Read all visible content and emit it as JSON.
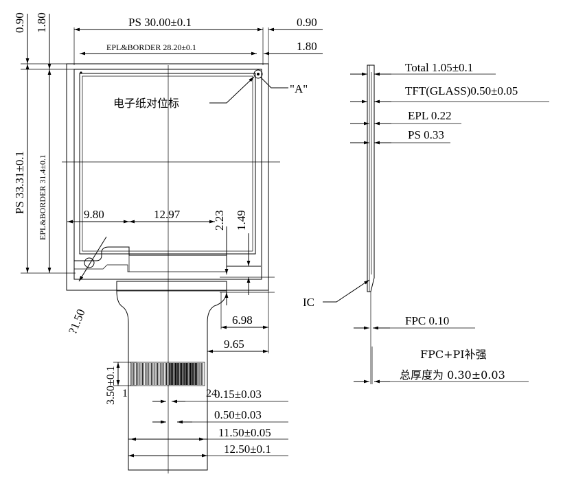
{
  "front_view": {
    "ps_width": "PS 30.00±0.1",
    "epl_border_width": "EPL&BORDER 28.20±0.1",
    "right_offset_1": "0.90",
    "right_offset_2": "1.80",
    "top_offset_1": "0.90",
    "top_offset_2": "1.80",
    "ps_height": "PS 33.31±0.1",
    "epl_border_height": "EPL&BORDER 31.4±0.1",
    "alignment_mark_label": "电子纸对位标",
    "detail_callout": "\"A\"",
    "dim_9_80": "9.80",
    "dim_12_97": "12.97",
    "dim_2_23": "2.23",
    "dim_1_49": "1.49",
    "dim_hole": "?1.50",
    "dim_6_98": "6.98",
    "dim_9_65": "9.65",
    "fpc_tail_height": "3.50±0.1",
    "pin_first": "1",
    "pin_last": "24",
    "pin_width": "0.15±0.03",
    "pin_pitch": "0.50±0.03",
    "pin_span": "11.50±0.05",
    "fpc_width": "12.50±0.1"
  },
  "side_view": {
    "total": "Total 1.05±0.1",
    "tft": "TFT(GLASS)0.50±0.05",
    "epl": "EPL 0.22",
    "ps": "PS 0.33",
    "ic": "IC",
    "fpc": "FPC 0.10",
    "stiffener_line1": "FPC+PI补强",
    "stiffener_line2": "总厚度为 0.30±0.03"
  }
}
